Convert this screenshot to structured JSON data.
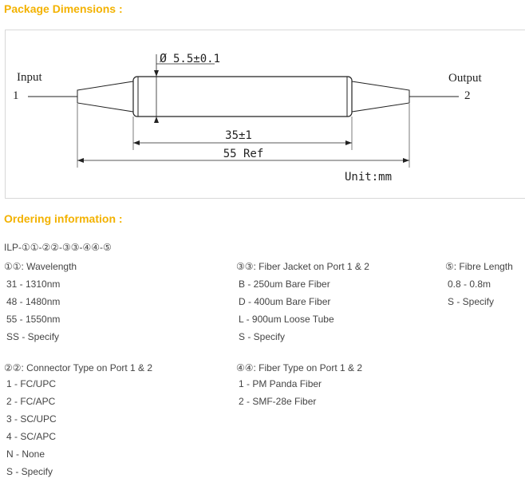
{
  "package": {
    "title": "Package Dimensions :",
    "drawing": {
      "diameter_symbol": "Ø",
      "diameter_label": "5.5±0.1",
      "input_label": "Input",
      "input_port": "1",
      "output_label": "Output",
      "output_port": "2",
      "body_length_label": "35±1",
      "total_length_label": "55 Ref",
      "unit_label": "Unit:mm"
    }
  },
  "ordering": {
    "title": "Ordering information :",
    "code": "ILP-①①-②②-③③-④④-⑤",
    "groups": [
      {
        "header": "①①: Wavelength",
        "options": [
          "31 - 1310nm",
          "48 - 1480nm",
          "55 - 1550nm",
          "SS - Specify"
        ]
      },
      {
        "header": "③③: Fiber Jacket on Port 1 & 2",
        "options": [
          "B - 250um Bare Fiber",
          "D - 400um Bare Fiber",
          "L - 900um Loose Tube",
          "S - Specify"
        ]
      },
      {
        "header": "⑤: Fibre Length",
        "options": [
          "0.8 - 0.8m",
          "S - Specify"
        ]
      },
      {
        "header": "②②: Connector Type on Port 1 & 2",
        "options": [
          "1 - FC/UPC",
          "2 - FC/APC",
          "3 - SC/UPC",
          "4 - SC/APC",
          "N - None",
          "S - Specify"
        ]
      },
      {
        "header": "④④: Fiber Type on Port 1 & 2",
        "options": [
          "1 - PM Panda Fiber",
          "2 - SMF-28e Fiber"
        ]
      }
    ]
  }
}
